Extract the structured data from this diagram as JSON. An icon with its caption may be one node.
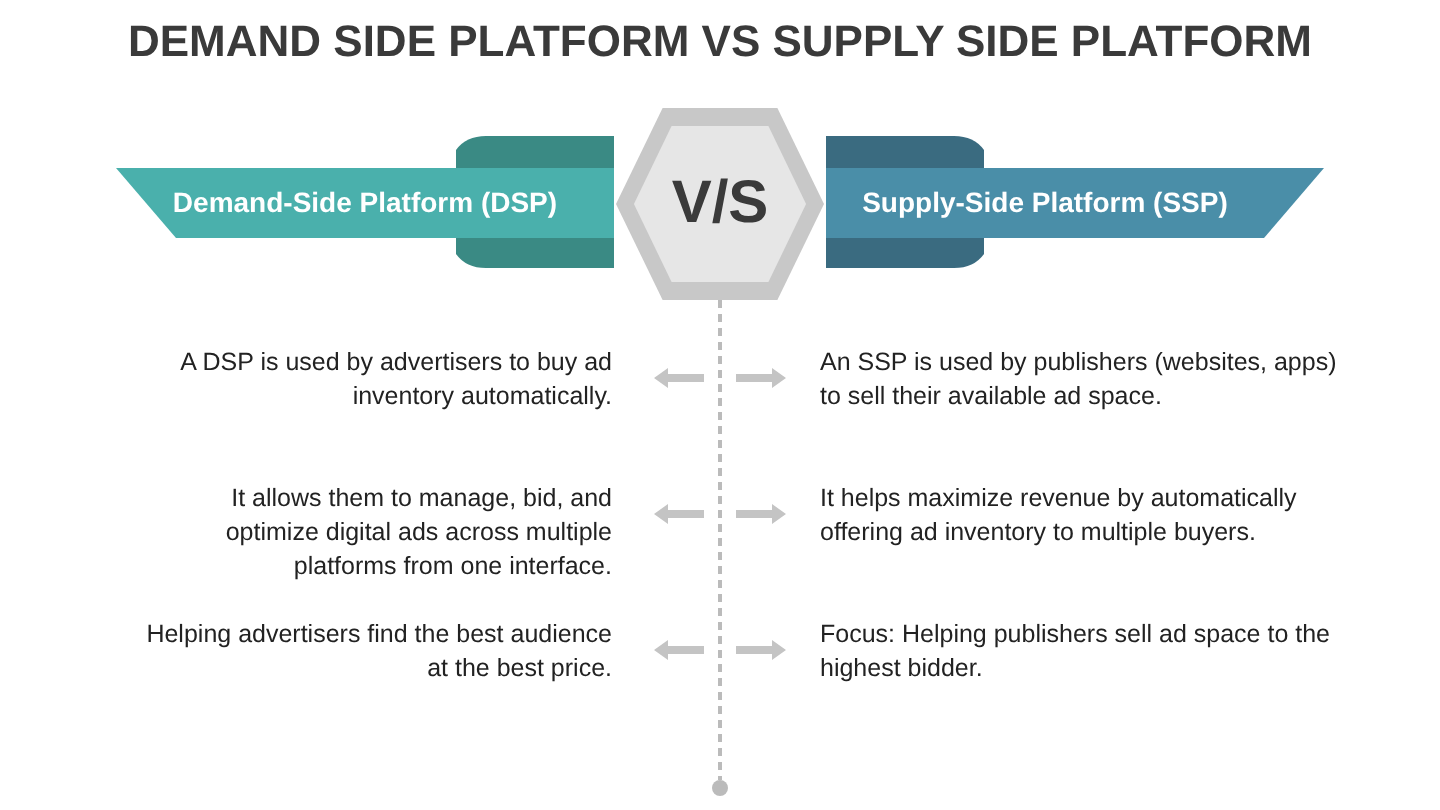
{
  "diagram": {
    "title": "DEMAND SIDE PLATFORM VS SUPPLY SIDE PLATFORM",
    "nodes": [
      {
        "text": [
          "Demand-Side Platform (DSP)"
        ]
      },
      {
        "text": [
          "V/S"
        ]
      },
      {
        "text": [
          "Supply-Side Platform (SSP)"
        ]
      }
    ],
    "labels": [
      "A DSP is used by advertisers to buy ad inventory automatically.",
      "An SSP is used by publishers (websites, apps) to sell their available ad space.",
      "It allows them to manage, bid, and optimize digital ads across multiple platforms from one interface.",
      "It helps maximize revenue by automatically offering ad inventory to multiple buyers.",
      "Helping advertisers find the best audience at the best price.",
      "Focus: Helping publishers sell ad space to the highest bidder."
    ]
  }
}
